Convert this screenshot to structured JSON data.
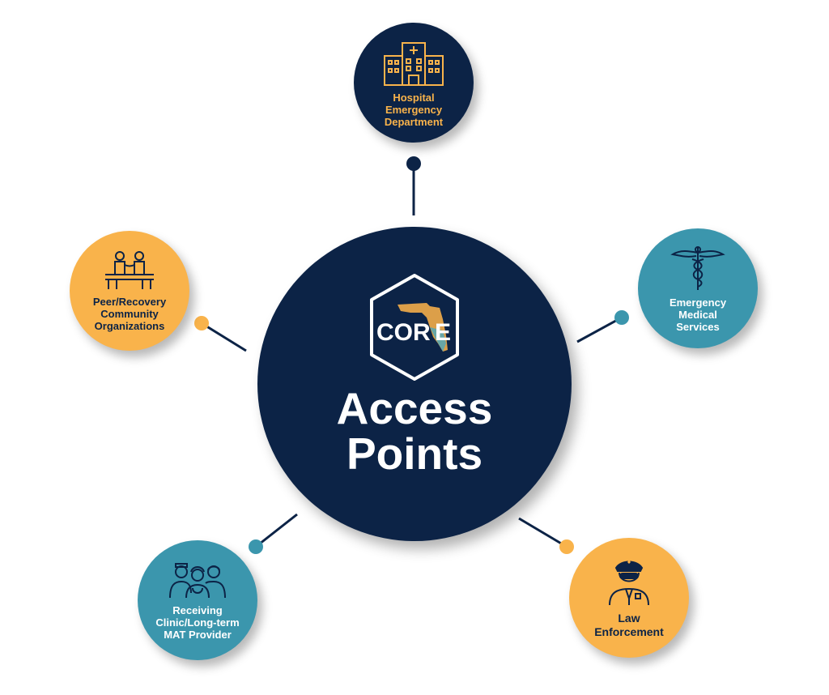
{
  "center": {
    "logo_text": "COR",
    "logo_letter": "E",
    "title_line1": "Access",
    "title_line2": "Points"
  },
  "nodes": [
    {
      "id": "hospital",
      "icon": "hospital-icon",
      "lines": [
        "Hospital",
        "Emergency",
        "Department"
      ]
    },
    {
      "id": "ems",
      "icon": "caduceus-icon",
      "lines": [
        "Emergency",
        "Medical",
        "Services"
      ]
    },
    {
      "id": "law",
      "icon": "police-officer-icon",
      "lines": [
        "Law",
        "Enforcement"
      ]
    },
    {
      "id": "clinic",
      "icon": "medical-staff-icon",
      "lines": [
        "Receiving",
        "Clinic/Long-term",
        "MAT Provider"
      ]
    },
    {
      "id": "peer",
      "icon": "people-on-bench-icon",
      "lines": [
        "Peer/Recovery",
        "Community",
        "Organizations"
      ]
    }
  ],
  "colors": {
    "navy": "#0c2346",
    "teal": "#3b96ad",
    "gold": "#f9b34b",
    "white": "#ffffff"
  }
}
